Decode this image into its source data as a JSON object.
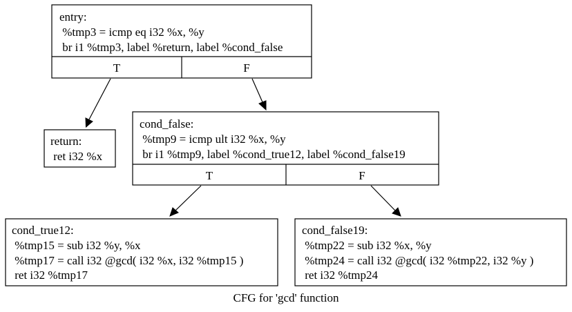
{
  "caption": "CFG for 'gcd' function",
  "nodes": {
    "entry": {
      "lines": [
        "entry:",
        " %tmp3 = icmp eq i32 %x, %y",
        " br i1 %tmp3, label %return, label %cond_false"
      ],
      "ports": [
        "T",
        "F"
      ]
    },
    "return": {
      "lines": [
        "return:",
        " ret i32 %x"
      ]
    },
    "cond_false": {
      "lines": [
        "cond_false:",
        " %tmp9 = icmp ult i32 %x, %y",
        " br i1 %tmp9, label %cond_true12, label %cond_false19"
      ],
      "ports": [
        "T",
        "F"
      ]
    },
    "cond_true12": {
      "lines": [
        "cond_true12:",
        " %tmp15 = sub i32 %y, %x",
        " %tmp17 = call i32 @gcd( i32 %x, i32 %tmp15 )",
        " ret i32 %tmp17"
      ]
    },
    "cond_false19": {
      "lines": [
        "cond_false19:",
        " %tmp22 = sub i32 %x, %y",
        " %tmp24 = call i32 @gcd( i32 %tmp22, i32 %y )",
        " ret i32 %tmp24"
      ]
    }
  }
}
